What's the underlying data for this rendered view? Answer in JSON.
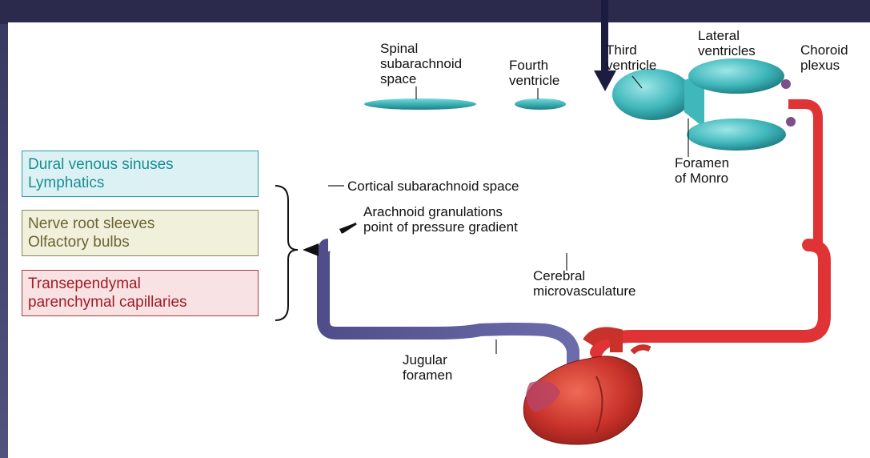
{
  "legend": {
    "dural": [
      "Dural venous sinuses",
      "Lymphatics"
    ],
    "nerve": [
      "Nerve root sleeves",
      "Olfactory bulbs"
    ],
    "trans": [
      "Transependymal",
      "parenchymal capillaries"
    ]
  },
  "labels": {
    "spinal": [
      "Spinal",
      "subarachnoid",
      "space"
    ],
    "fourth": [
      "Fourth",
      "ventricle"
    ],
    "third": [
      "Third",
      "ventricle"
    ],
    "lateral": [
      "Lateral",
      "ventricles"
    ],
    "choroid": [
      "Choroid",
      "plexus"
    ],
    "foramen_monro": [
      "Foramen",
      "of Monro"
    ],
    "cortical": "Cortical subarachnoid space",
    "arachnoid": [
      "Arachnoid granulations",
      "point of pressure gradient"
    ],
    "cerebral": [
      "Cerebral",
      "microvasculature"
    ],
    "jugular": [
      "Jugular",
      "foramen"
    ]
  },
  "colors": {
    "background": "#2b2a4c",
    "csf": "#3fb7bb",
    "venous": "#5b5a96",
    "arterial": "#e03336",
    "dural_text": "#188e93",
    "nerve_text": "#6c6333",
    "trans_text": "#a01d25"
  }
}
